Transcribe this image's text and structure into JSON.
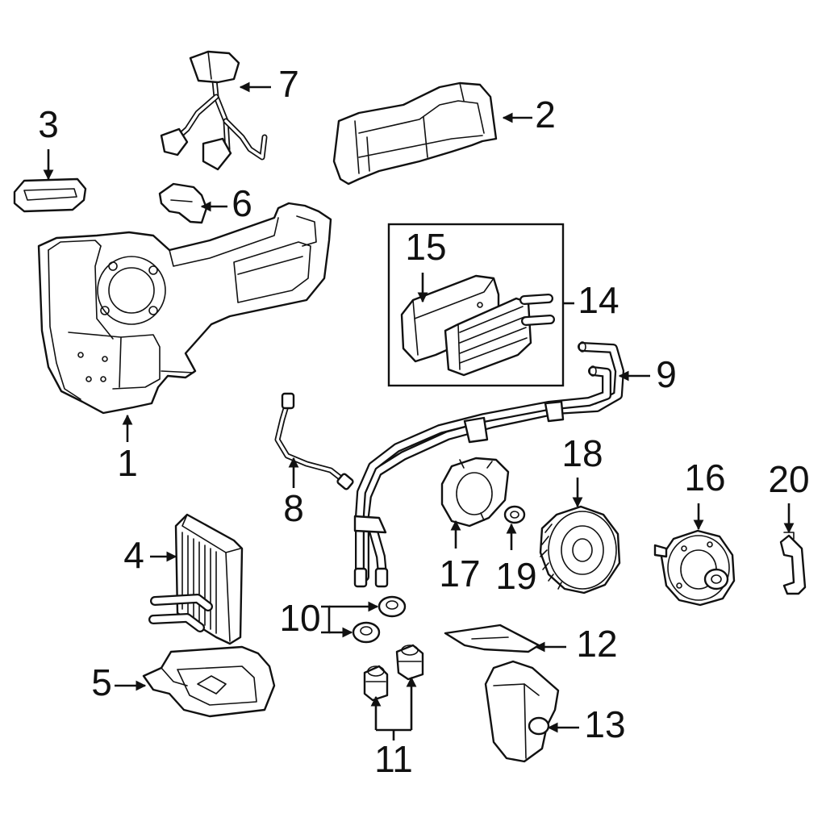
{
  "diagram": {
    "callouts": [
      {
        "id": "1",
        "part": "heater-housing",
        "text": "1"
      },
      {
        "id": "2",
        "part": "air-duct",
        "text": "2"
      },
      {
        "id": "3",
        "part": "seal",
        "text": "3"
      },
      {
        "id": "4",
        "part": "evaporator-core",
        "text": "4"
      },
      {
        "id": "5",
        "part": "evaporator-case",
        "text": "5"
      },
      {
        "id": "6",
        "part": "resistor",
        "text": "6"
      },
      {
        "id": "7",
        "part": "wiring-harness",
        "text": "7"
      },
      {
        "id": "8",
        "part": "sensor",
        "text": "8"
      },
      {
        "id": "9",
        "part": "heater-hoses",
        "text": "9"
      },
      {
        "id": "10",
        "part": "grommets",
        "text": "10"
      },
      {
        "id": "11",
        "part": "drain-grommets",
        "text": "11"
      },
      {
        "id": "12",
        "part": "bracket",
        "text": "12"
      },
      {
        "id": "13",
        "part": "actuator",
        "text": "13"
      },
      {
        "id": "14",
        "part": "heater-core-kit",
        "text": "14"
      },
      {
        "id": "15",
        "part": "heater-core-seal",
        "text": "15"
      },
      {
        "id": "16",
        "part": "blower-motor",
        "text": "16"
      },
      {
        "id": "17",
        "part": "blower-mount",
        "text": "17"
      },
      {
        "id": "18",
        "part": "blower-wheel",
        "text": "18"
      },
      {
        "id": "19",
        "part": "washer",
        "text": "19"
      },
      {
        "id": "20",
        "part": "clip",
        "text": "20"
      }
    ]
  },
  "colors": {
    "ink": "#111111",
    "paper": "#ffffff"
  }
}
